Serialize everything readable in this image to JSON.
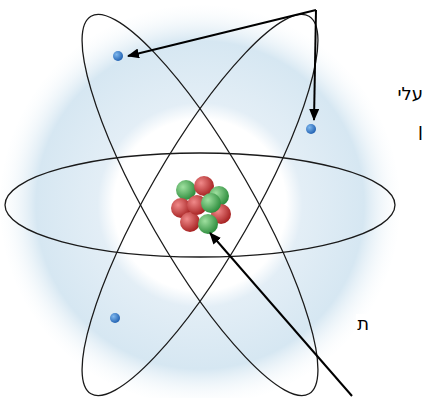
{
  "diagram": {
    "labels": [
      "עלי",
      "ן",
      "ת"
    ]
  }
}
